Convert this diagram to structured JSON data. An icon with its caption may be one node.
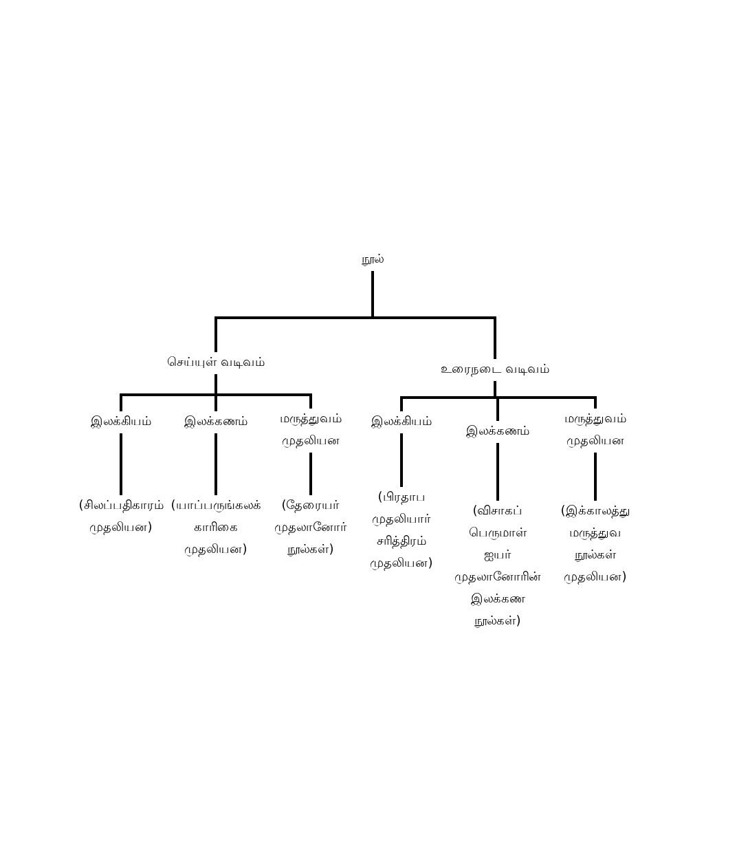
{
  "diagram": {
    "nodes": [
      {
        "text": [
          "நூல்"
        ]
      },
      {
        "text": [
          "செய்யுள் வடிவம்"
        ]
      },
      {
        "text": [
          "உரைநடை வடிவம்"
        ]
      },
      {
        "text": [
          "இலக்கியம்"
        ]
      },
      {
        "text": [
          "இலக்கணம்"
        ]
      },
      {
        "text": [
          "மருத்துவம் முதலியன"
        ]
      },
      {
        "text": [
          "இலக்கியம்"
        ]
      },
      {
        "text": [
          "இலக்கணம்"
        ]
      },
      {
        "text": [
          "மருத்துவம் முதலியன"
        ]
      },
      {
        "text": [
          "(சிலப்பதிகாரம் முதலியன)"
        ]
      },
      {
        "text": [
          "(யாப்பருங்கலக் காரிகை முதலியன)"
        ]
      },
      {
        "text": [
          "(தேரையர் முதலானோர் நூல்கள்)"
        ]
      },
      {
        "text": [
          "(பிரதாப முதலியார் சரித்திரம் முதலியன)"
        ]
      },
      {
        "text": [
          "(விசாகப் பெருமாள் ஐயர் முதலானோரின் இலக்கண நூல்கள்)"
        ]
      },
      {
        "text": [
          "(இக்காலத்து மருத்துவ நூல்கள் முதலியன)"
        ]
      }
    ],
    "edges": [
      {
        "from": 0,
        "to": 1,
        "arrow": "none"
      },
      {
        "from": 0,
        "to": 2,
        "arrow": "none"
      },
      {
        "from": 1,
        "to": 3,
        "arrow": "none"
      },
      {
        "from": 1,
        "to": 4,
        "arrow": "none"
      },
      {
        "from": 1,
        "to": 5,
        "arrow": "none"
      },
      {
        "from": 2,
        "to": 6,
        "arrow": "none"
      },
      {
        "from": 2,
        "to": 7,
        "arrow": "none"
      },
      {
        "from": 2,
        "to": 8,
        "arrow": "none"
      },
      {
        "from": 3,
        "to": 9,
        "arrow": "none"
      },
      {
        "from": 4,
        "to": 10,
        "arrow": "none"
      },
      {
        "from": 5,
        "to": 11,
        "arrow": "none"
      },
      {
        "from": 6,
        "to": 12,
        "arrow": "none"
      },
      {
        "from": 7,
        "to": 13,
        "arrow": "none"
      },
      {
        "from": 8,
        "to": 14,
        "arrow": "none"
      }
    ]
  }
}
